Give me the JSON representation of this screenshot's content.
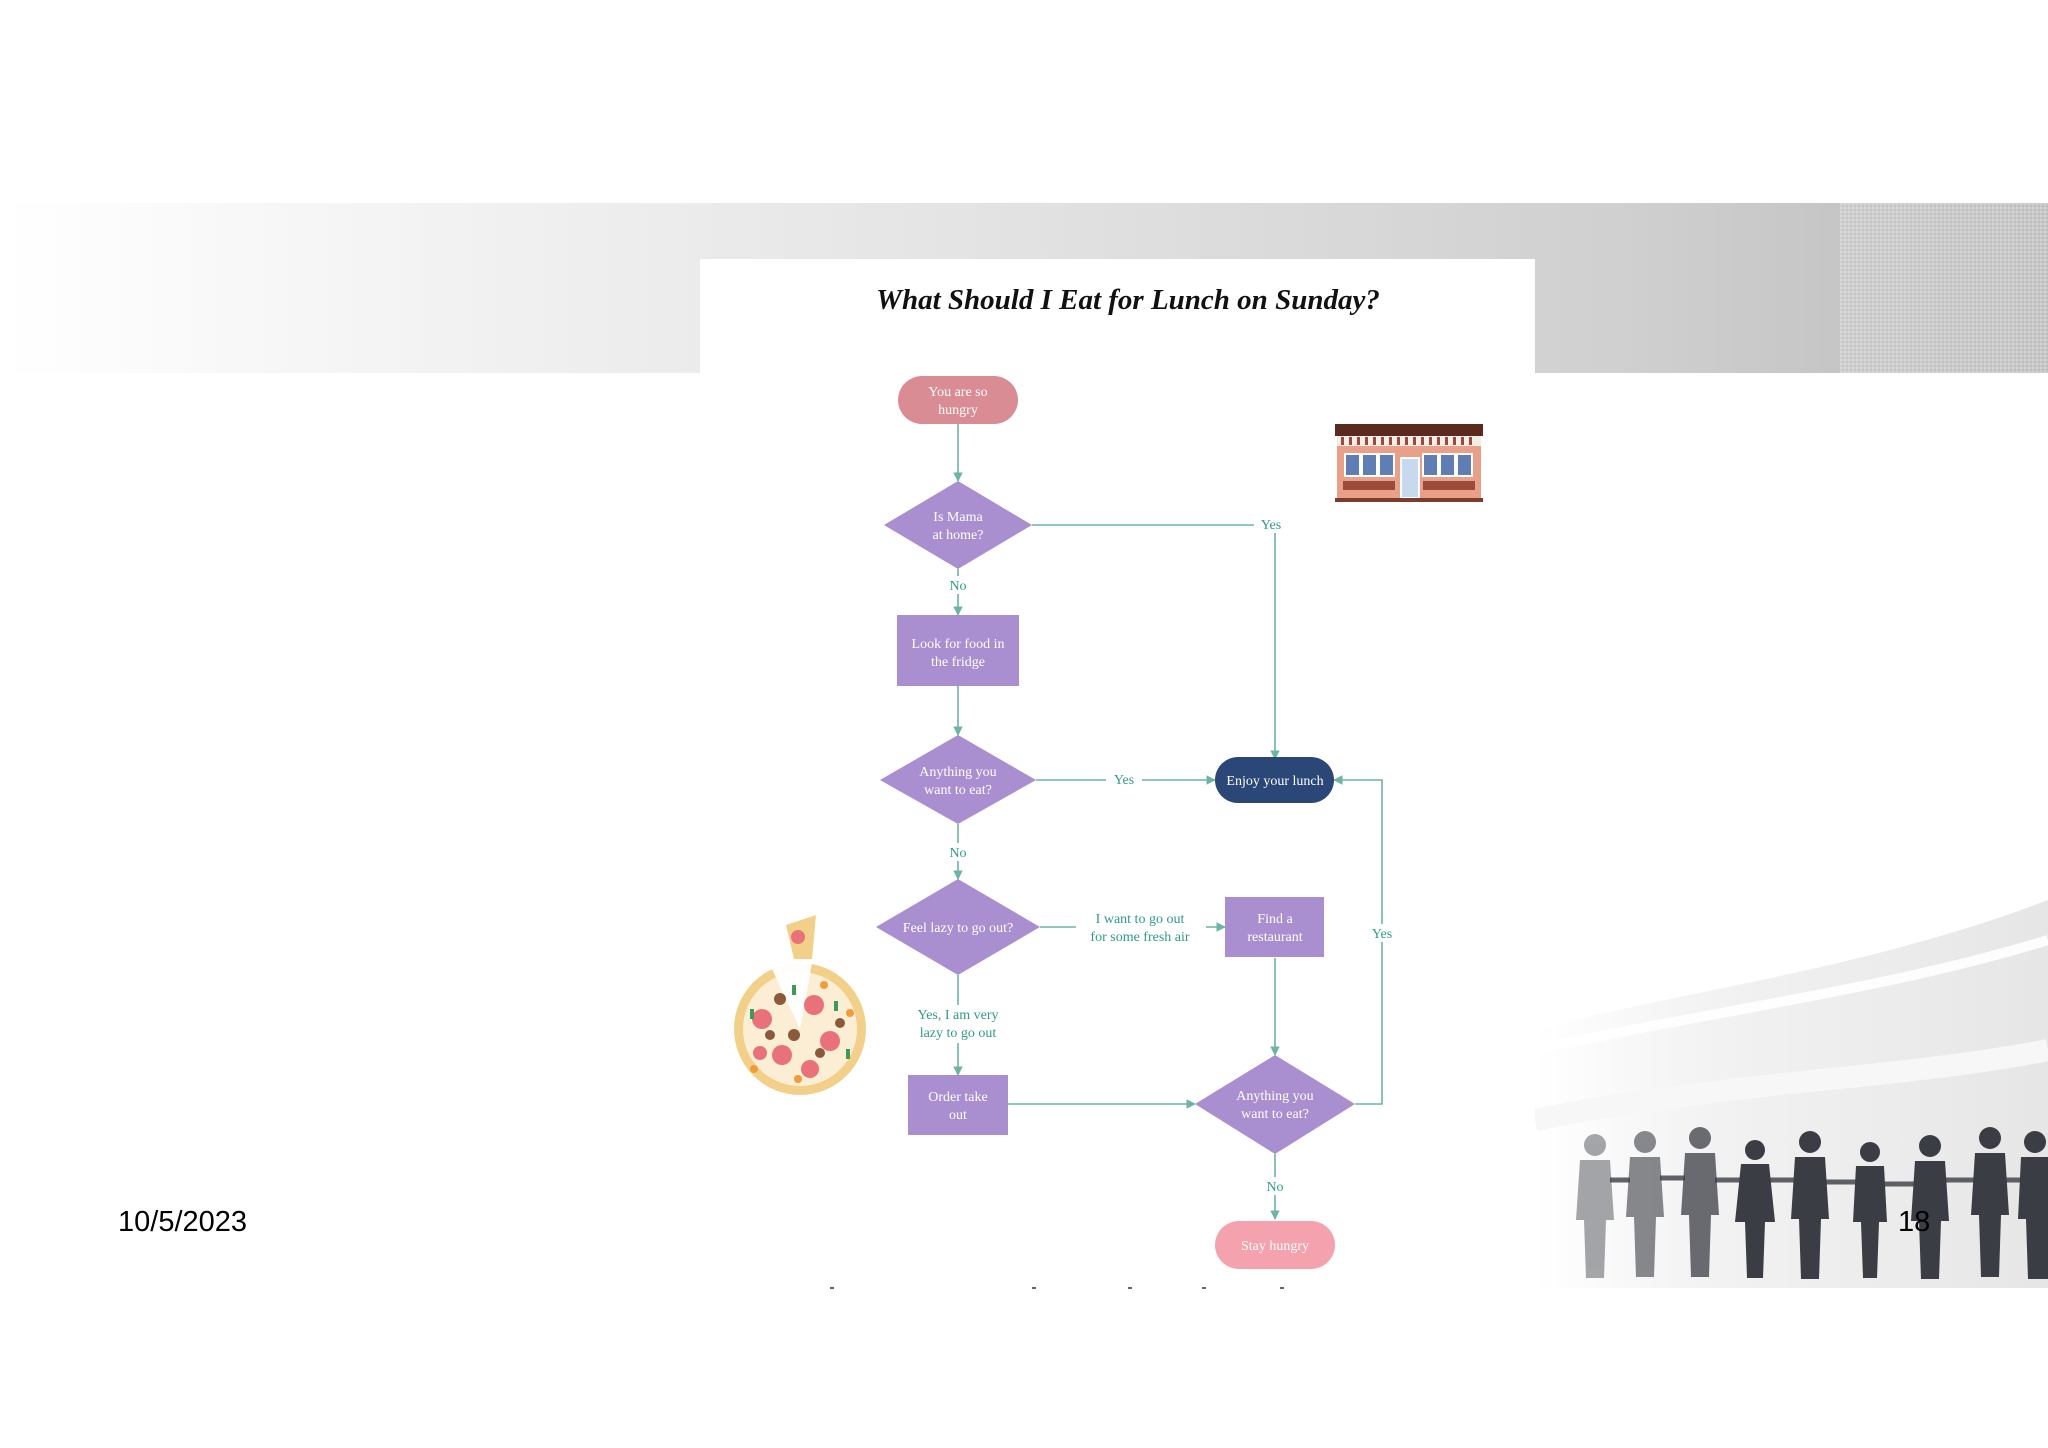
{
  "slide": {
    "date": "10/5/2023",
    "page_number": "18"
  },
  "flowchart": {
    "title": "What Should I Eat for Lunch on Sunday?",
    "nodes": {
      "start": {
        "lines": [
          "You are so",
          "hungry"
        ]
      },
      "mama": {
        "lines": [
          "Is Mama",
          "at home?"
        ]
      },
      "fridge": {
        "lines": [
          "Look for food in",
          "the fridge"
        ]
      },
      "anything1": {
        "lines": [
          "Anything you",
          "want to eat?"
        ]
      },
      "enjoy": {
        "lines": [
          "Enjoy your lunch"
        ]
      },
      "lazy": {
        "lines": [
          "Feel lazy to go out?"
        ]
      },
      "restaurant": {
        "lines": [
          "Find a",
          "restaurant"
        ]
      },
      "takeout": {
        "lines": [
          "Order take",
          "out"
        ]
      },
      "anything2": {
        "lines": [
          "Anything you",
          "want to eat?"
        ]
      },
      "stay": {
        "lines": [
          "Stay hungry"
        ]
      }
    },
    "edge_labels": {
      "mama_yes": [
        "Yes"
      ],
      "mama_no": [
        "No"
      ],
      "anything1_yes": [
        "Yes"
      ],
      "anything1_no": [
        "No"
      ],
      "lazy_out": [
        "I want to go out",
        "for some fresh air"
      ],
      "lazy_yes": [
        "Yes, I am very",
        "lazy to go out"
      ],
      "anything2_yes": [
        "Yes"
      ],
      "anything2_no": [
        "No"
      ]
    },
    "colors": {
      "process_purple": "#a98fcf",
      "start_pink": "#d98c94",
      "terminal_navy": "#2b4777",
      "end_pink": "#f3a2ae",
      "connector_teal": "#6db3a6"
    },
    "icons": [
      "coffee-shop-icon",
      "pizza-icon"
    ]
  }
}
